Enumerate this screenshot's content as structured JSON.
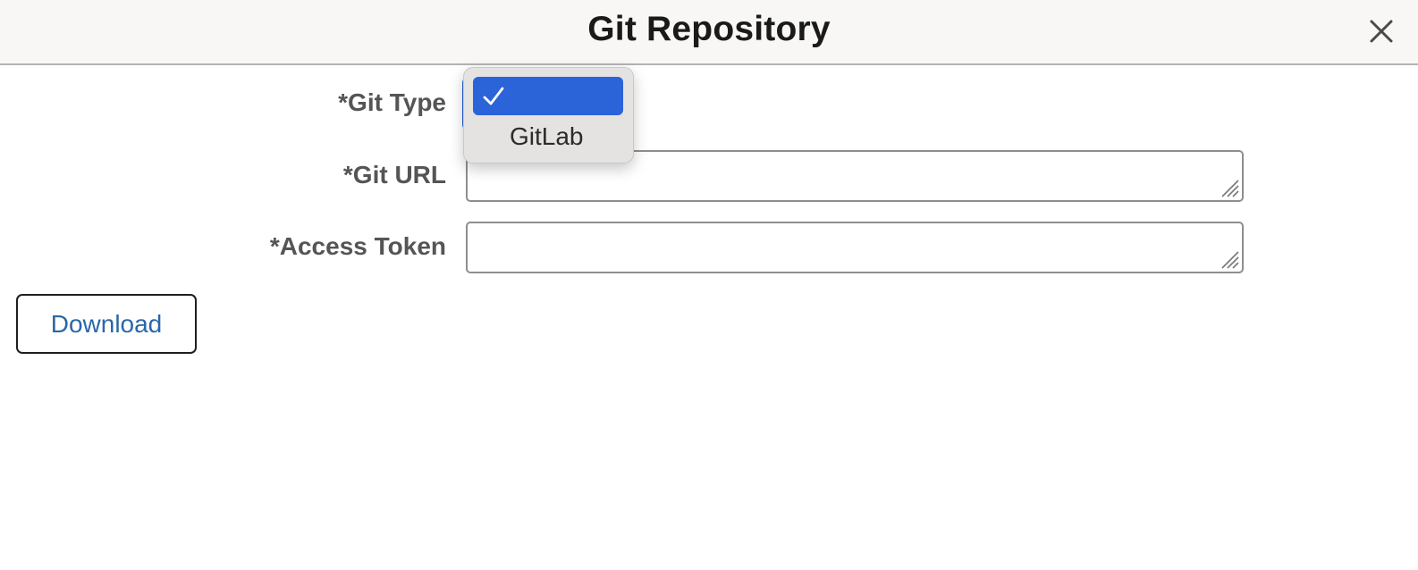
{
  "dialog": {
    "title": "Git Repository",
    "close_icon": "close-icon"
  },
  "form": {
    "git_type": {
      "label": "*Git Type",
      "value": "",
      "options": [
        {
          "label": "",
          "selected": true,
          "check_icon": "checkmark-icon"
        },
        {
          "label": "GitLab",
          "selected": false
        }
      ]
    },
    "git_url": {
      "label": "*Git URL",
      "value": ""
    },
    "access_token": {
      "label": "*Access Token",
      "value": ""
    }
  },
  "actions": {
    "download_label": "Download"
  },
  "colors": {
    "header_bg": "#f8f7f5",
    "label_text": "#555555",
    "selected_option_bg": "#2b63d9",
    "dropdown_bg": "#e4e3e2",
    "button_text": "#2a67a8"
  }
}
